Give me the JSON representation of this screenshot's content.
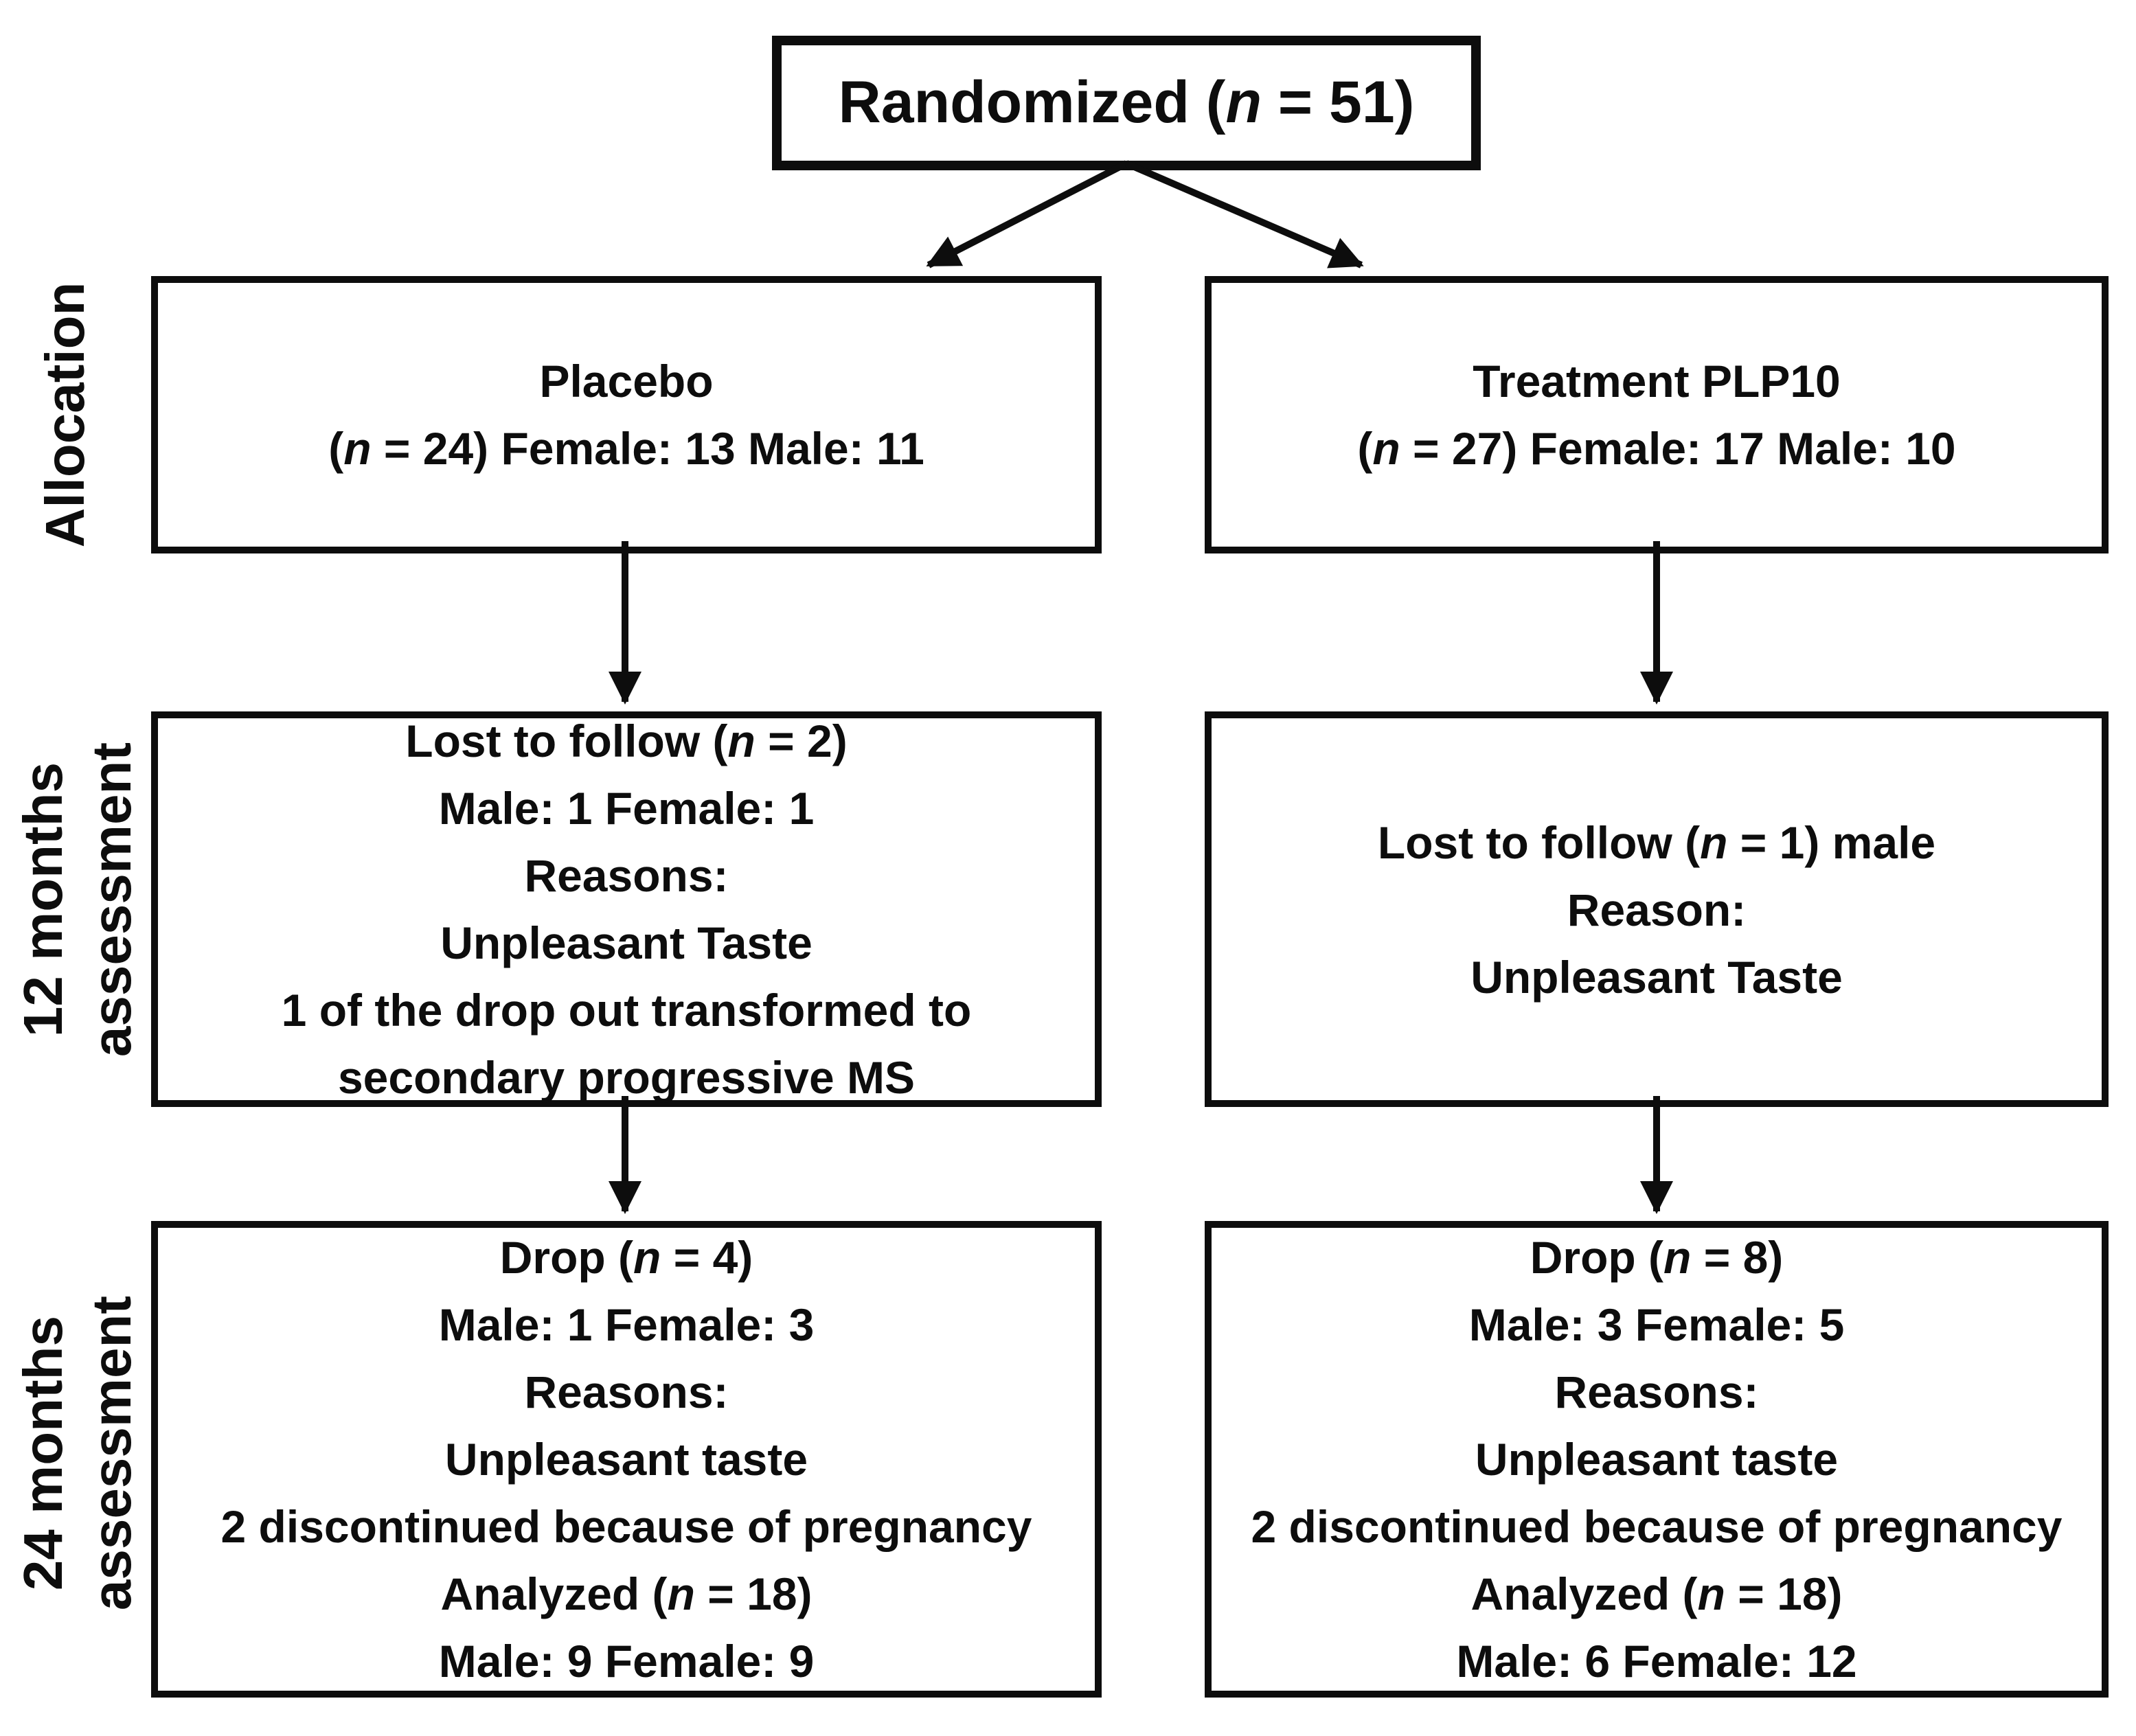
{
  "page": {
    "background": "#ffffff",
    "ink": "#0d0d0d"
  },
  "flowchart": {
    "randomized_box": {
      "lines": [
        "Randomized  (n = 51)"
      ]
    },
    "columns": {
      "placebo": {
        "allocation": {
          "lines": [
            "Placebo",
            "(n = 24) Female: 13 Male: 11"
          ]
        },
        "months12": {
          "lines": [
            "Lost to follow  (n = 2)",
            "Male: 1 Female: 1",
            "Reasons:",
            "Unpleasant Taste",
            "1 of the drop out transformed to",
            "secondary progressive MS"
          ]
        },
        "months24": {
          "lines": [
            "Drop (n = 4)",
            "Male: 1 Female: 3",
            "Reasons:",
            "Unpleasant taste",
            "2 discontinued because of pregnancy",
            "Analyzed (n = 18)",
            "Male: 9 Female: 9"
          ]
        }
      },
      "treatment": {
        "allocation": {
          "lines": [
            "Treatment PLP10",
            "(n = 27) Female: 17 Male: 10"
          ]
        },
        "months12": {
          "lines": [
            "Lost to follow (n = 1) male",
            "Reason:",
            "Unpleasant Taste"
          ]
        },
        "months24": {
          "lines": [
            "Drop (n = 8)",
            "Male: 3 Female: 5",
            "Reasons:",
            "Unpleasant taste",
            "2 discontinued because of pregnancy",
            "Analyzed (n = 18)",
            "Male: 6 Female: 12"
          ]
        }
      }
    },
    "stage_labels": {
      "allocation": {
        "lines": [
          "Allocation"
        ]
      },
      "months12": {
        "lines": [
          "12 months",
          "assessment"
        ]
      },
      "months24": {
        "lines": [
          "24 months",
          "assessment"
        ]
      }
    }
  }
}
